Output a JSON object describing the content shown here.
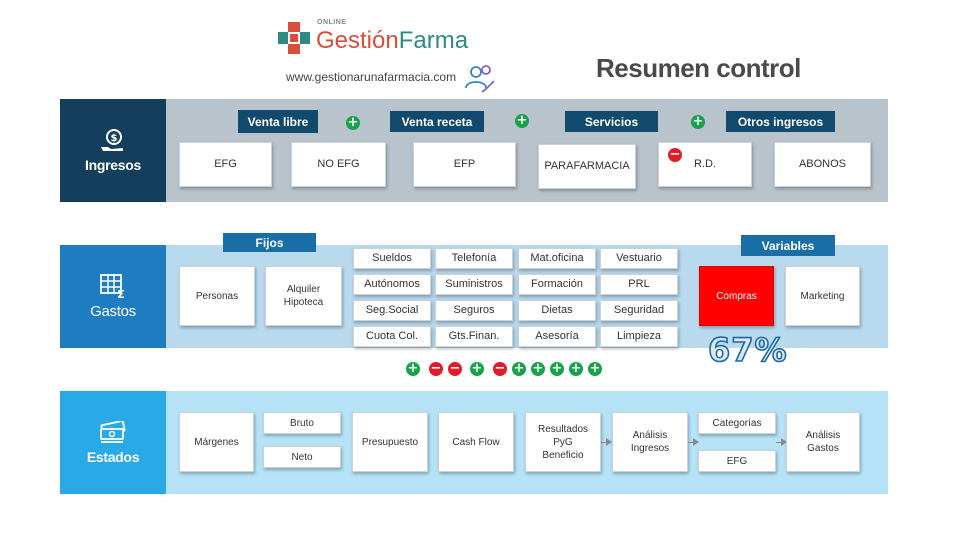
{
  "header": {
    "logo": {
      "online": "ONLINE",
      "name_part1": "Gestión",
      "name_part2": "Farma"
    },
    "url": "www.gestionarunafarmacia.com",
    "title": "Resumen control"
  },
  "ingresos": {
    "label": "Ingresos",
    "icon": "money-hand-icon",
    "tags": [
      "Venta libre",
      "Venta receta",
      "Servicios",
      "Otros ingresos"
    ],
    "boxes": [
      "EFG",
      "NO EFG",
      "EFP",
      "PARAFARMACIA",
      "R.D.",
      "ABONOS"
    ],
    "signs": [
      "+",
      "+",
      "+",
      "−"
    ]
  },
  "gastos": {
    "label": "Gastos",
    "icon": "spreadsheet-sum-icon",
    "fijos": {
      "tag": "Fijos",
      "items": [
        "Personas",
        "Alquiler\nHipoteca"
      ]
    },
    "grid": [
      [
        "Sueldos",
        "Telefonía",
        "Mat.oficina",
        "Vestuario"
      ],
      [
        "Autónomos",
        "Suministros",
        "Formación",
        "PRL"
      ],
      [
        "Seg.Social",
        "Seguros",
        "Dietas",
        "Seguridad"
      ],
      [
        "Cuota Col.",
        "Gts.Finan.",
        "Asesoría",
        "Limpieza"
      ]
    ],
    "variables": {
      "tag": "Variables",
      "items": [
        "Compras",
        "Marketing"
      ]
    },
    "percent": "67%",
    "sign_row": [
      "+",
      "−",
      "−",
      "+",
      "−",
      "+",
      "+",
      "+",
      "+",
      "+"
    ]
  },
  "estados": {
    "label": "Estados",
    "icon": "money-stack-icon",
    "boxes": {
      "margenes": "Márgenes",
      "bruto": "Bruto",
      "neto": "Neto",
      "presupuesto": "Presupuesto",
      "cashflow": "Cash Flow",
      "resultados": "Resultados\nPyG\nBeneficio",
      "analisis_ingresos": "Análisis\nIngresos",
      "categorias": "Categorías",
      "efg": "EFG",
      "analisis_gastos": "Análisis\nGastos"
    }
  },
  "colors": {
    "ingresos_head": "#133f5c",
    "gastos_head": "#1f7cc0",
    "estados_head": "#2aa9e7",
    "compras": "#ff0000",
    "plus": "#16a34a",
    "minus": "#e11d2b"
  }
}
